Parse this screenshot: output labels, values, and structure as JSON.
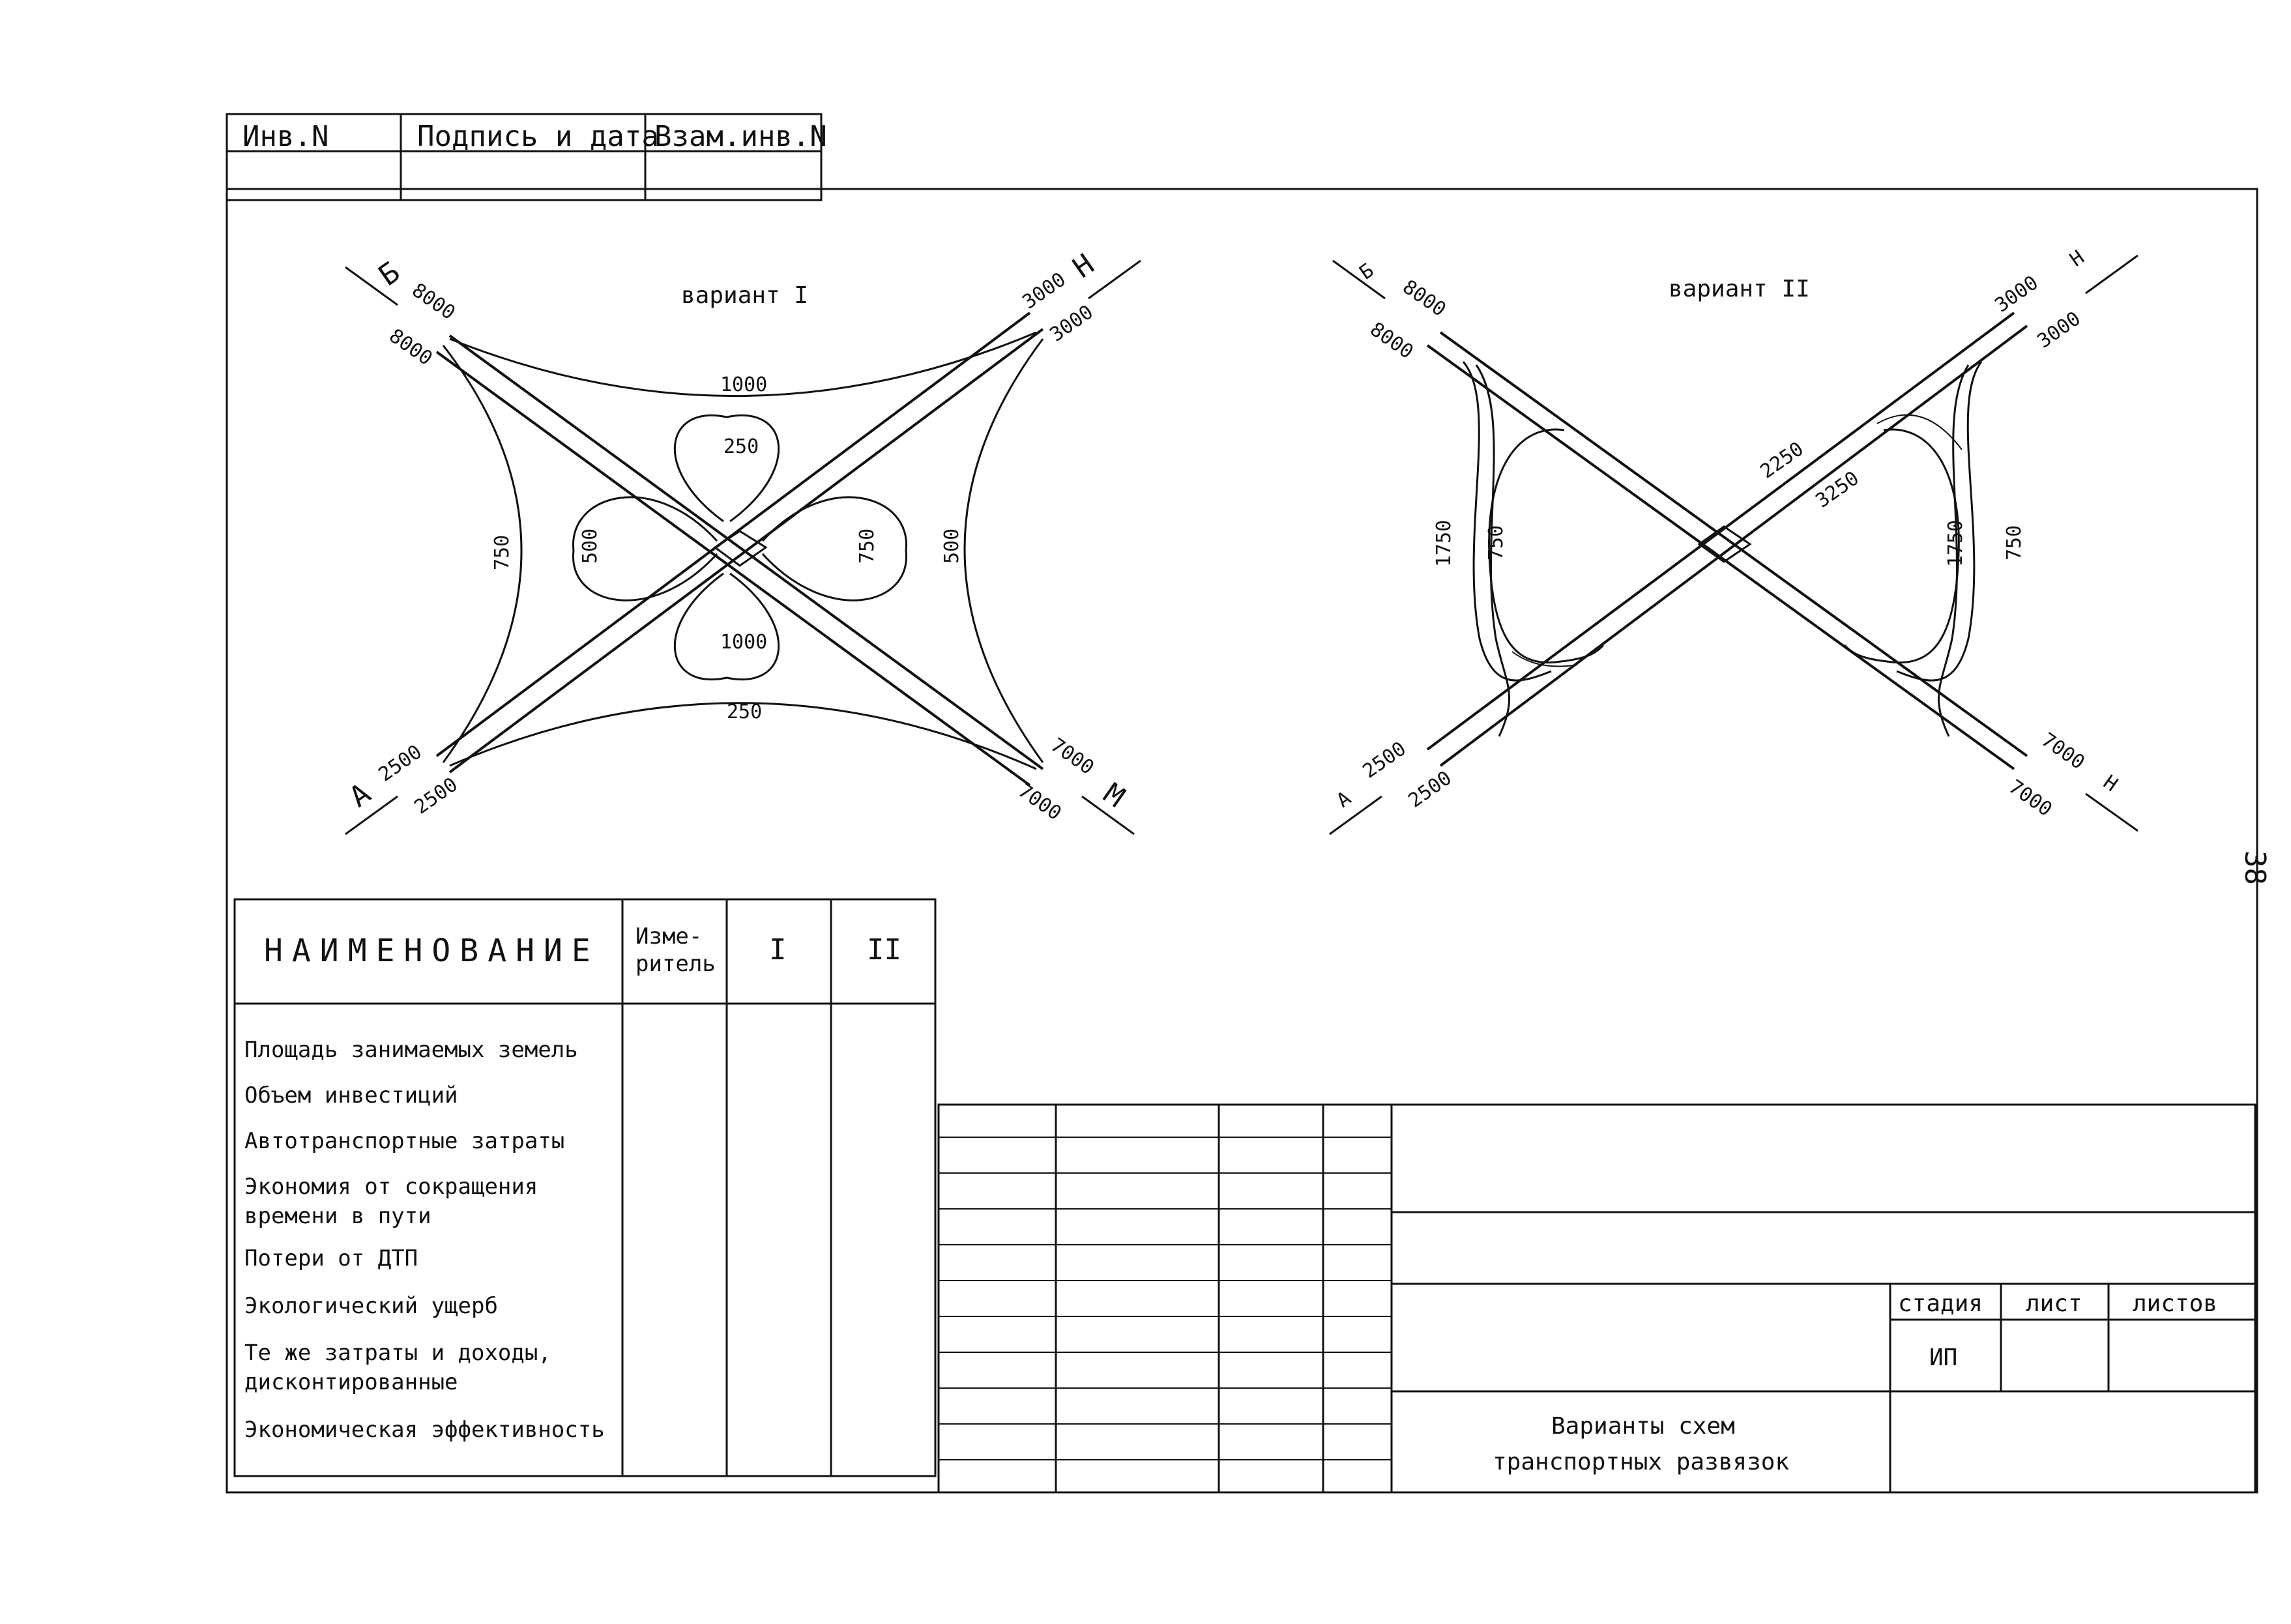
{
  "top_stamp": {
    "inv": "Инв.N",
    "sign": "Подпись и дата",
    "replace": "Взам.инв.N"
  },
  "variant1": {
    "title": "вариант I",
    "corners": {
      "nw": "Б",
      "ne": "Н",
      "sw": "А",
      "se": "М"
    },
    "numbers": {
      "nw_a": "8000",
      "nw_b": "8000",
      "ne_a": "3000",
      "ne_b": "3000",
      "sw_a": "2500",
      "sw_b": "2500",
      "se_a": "7000",
      "se_b": "7000",
      "top_arc": "1000",
      "top_loop": "250",
      "left_arc": "750",
      "left_loop": "500",
      "right_loop": "750",
      "right_arc": "500",
      "bottom_loop": "1000",
      "bottom_arc": "250"
    }
  },
  "variant2": {
    "title": "вариант II",
    "corners": {
      "nw": "Б",
      "ne": "Н",
      "sw": "А",
      "se": "Н"
    },
    "numbers": {
      "nw_a": "8000",
      "nw_b": "8000",
      "ne_a": "3000",
      "ne_b": "3000",
      "sw_a": "2500",
      "sw_b": "2500",
      "se_a": "7000",
      "se_b": "7000",
      "mid_a": "2250",
      "mid_b": "3250",
      "left_outer": "1750",
      "left_inner": "750",
      "right_outer": "1750",
      "right_inner": "750"
    }
  },
  "page_number": "38",
  "table": {
    "headers": {
      "name": "НАИМЕНОВАНИЕ",
      "unit_1": "Изме-",
      "unit_2": "ритель",
      "v1": "I",
      "v2": "II"
    },
    "rows": [
      {
        "l1": "Площадь занимаемых земель",
        "l2": ""
      },
      {
        "l1": "Объем инвестиций",
        "l2": ""
      },
      {
        "l1": "Автотранспортные затраты",
        "l2": ""
      },
      {
        "l1": "Экономия от сокращения",
        "l2": "времени в пути"
      },
      {
        "l1": "Потери от ДТП",
        "l2": ""
      },
      {
        "l1": "Экологический ущерб",
        "l2": ""
      },
      {
        "l1": "Те же затраты и доходы,",
        "l2": "дисконтированные"
      },
      {
        "l1": "Экономическая эффективность",
        "l2": ""
      }
    ]
  },
  "title_block": {
    "stage_label": "стадия",
    "sheet_label": "лист",
    "sheets_label": "листов",
    "stage_value": "ИП",
    "caption_1": "Варианты схем",
    "caption_2": "транспортных развязок"
  }
}
